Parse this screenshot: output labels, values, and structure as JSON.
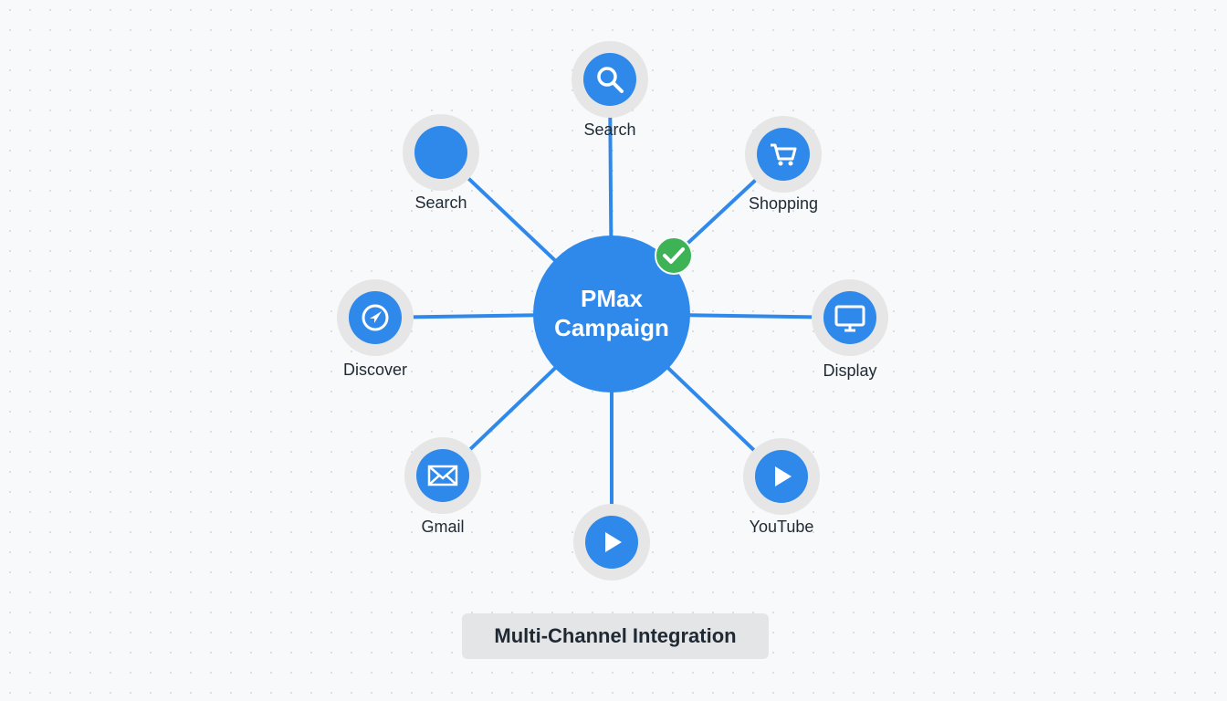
{
  "center": {
    "line1": "PMax",
    "line2": "Campaign",
    "badge_icon": "check-icon"
  },
  "nodes": [
    {
      "id": "search-top",
      "label": "Search",
      "icon": "search-icon"
    },
    {
      "id": "search-left",
      "label": "Search",
      "icon": "blank-circle-icon"
    },
    {
      "id": "shopping",
      "label": "Shopping",
      "icon": "cart-icon"
    },
    {
      "id": "discover",
      "label": "Discover",
      "icon": "compass-icon"
    },
    {
      "id": "display",
      "label": "Display",
      "icon": "monitor-icon"
    },
    {
      "id": "gmail",
      "label": "Gmail",
      "icon": "mail-icon"
    },
    {
      "id": "video-bottom",
      "label": "",
      "icon": "play-icon"
    },
    {
      "id": "youtube",
      "label": "YouTube",
      "icon": "play-icon"
    }
  ],
  "footer": {
    "title": "Multi-Channel Integration"
  },
  "colors": {
    "primary": "#2f89ea",
    "ring": "#e6e6e6",
    "check": "#3db356",
    "text": "#1f2933"
  }
}
